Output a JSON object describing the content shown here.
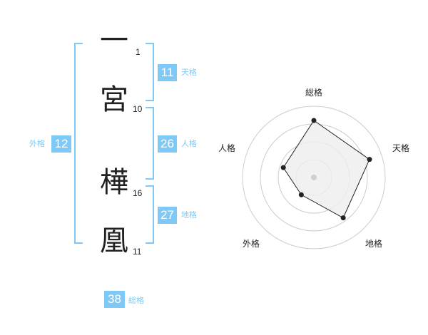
{
  "name_chars": [
    {
      "char": "一",
      "strokes": "1"
    },
    {
      "char": "宮",
      "strokes": "10"
    },
    {
      "char": "樺",
      "strokes": "16"
    },
    {
      "char": "凰",
      "strokes": "11"
    }
  ],
  "fortunes": {
    "ten": {
      "value": "11",
      "label": "天格"
    },
    "jin": {
      "value": "26",
      "label": "人格"
    },
    "chi": {
      "value": "27",
      "label": "地格"
    },
    "gai": {
      "value": "12",
      "label": "外格"
    },
    "so": {
      "value": "38",
      "label": "総格"
    }
  },
  "colors": {
    "accent": "#7ec9f5",
    "text": "#222222",
    "ring": "#cccccc"
  },
  "chart_data": {
    "type": "radar",
    "axes": [
      "総格",
      "天格",
      "地格",
      "外格",
      "人格"
    ],
    "values": [
      0.8,
      0.82,
      0.7,
      0.3,
      0.45
    ],
    "rings": 4
  }
}
